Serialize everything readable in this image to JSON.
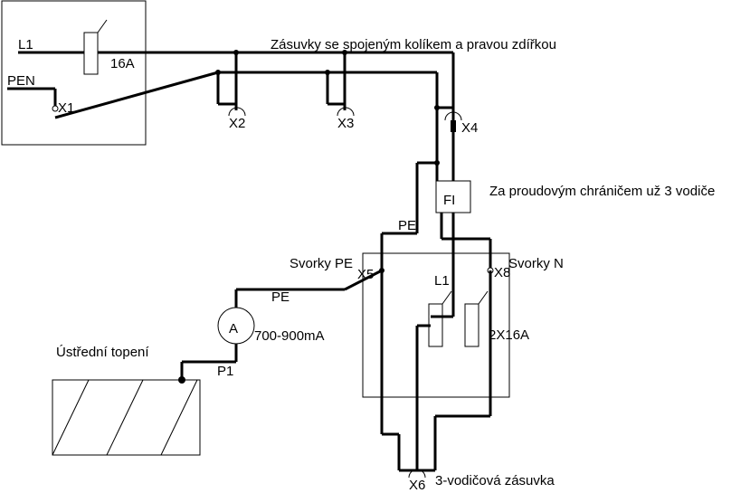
{
  "labels": {
    "l1": "L1",
    "pen": "PEN",
    "breaker_rating": "16A",
    "x1": "X1",
    "x2": "X2",
    "x3": "X3",
    "x4": "X4",
    "x5": "X5",
    "x6": "X6",
    "x8": "X8",
    "sockets_title": "Zásuvky se spojeným kolíkem a pravou zdířkou",
    "fi_note": "Za proudovým chráničem už 3 vodiče",
    "fi_symbol": "FI",
    "pe_upper": "PE",
    "pe_lower": "PE",
    "terminals_pe": "Svorky PE",
    "terminals_n": "Svorky N",
    "l1_inner": "L1",
    "breakers_rating": "2X16A",
    "ammeter_symbol": "A",
    "current_range": "700-900mA",
    "central_heating": "Ústřední topení",
    "p1": "P1",
    "three_wire_socket": "3-vodičová zásuvka"
  },
  "colors": {
    "line": "#000000",
    "background": "#ffffff"
  }
}
